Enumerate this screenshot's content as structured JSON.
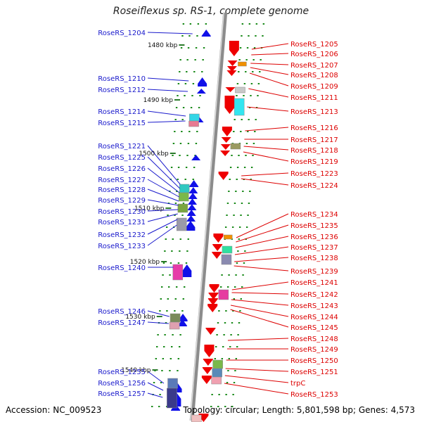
{
  "title": "Roseiflexus sp. RS-1, complete genome",
  "accession_text": "Accession: NC_009523",
  "stats_text": "Topology: circular; Length: 5,801,598 bp; Genes: 4,573",
  "colors": {
    "left_label": "#1a1acc",
    "right_label": "#dd0000",
    "forward_gene": "#1010e8",
    "reverse_gene": "#ee0000",
    "backbone": "#8c8c8c",
    "tick": "#1a8a1a",
    "kbp_tick": "#2a7a2a"
  },
  "scale_labels": [
    "1480 kbp",
    "1490 kbp",
    "1500 kbp",
    "1510 kbp",
    "1520 kbp",
    "1530 kbp",
    "1540 kbp"
  ],
  "left_labels": [
    "RoseRS_1204",
    "RoseRS_1210",
    "RoseRS_1212",
    "RoseRS_1214",
    "RoseRS_1215",
    "RoseRS_1221",
    "RoseRS_1225",
    "RoseRS_1226",
    "RoseRS_1227",
    "RoseRS_1228",
    "RoseRS_1229",
    "RoseRS_1230",
    "RoseRS_1231",
    "RoseRS_1232",
    "RoseRS_1233",
    "RoseRS_1240",
    "RoseRS_1246",
    "RoseRS_1247",
    "RoseRS_1255",
    "RoseRS_1256",
    "RoseRS_1257"
  ],
  "right_labels": [
    "RoseRS_1205",
    "RoseRS_1206",
    "RoseRS_1207",
    "RoseRS_1208",
    "RoseRS_1209",
    "RoseRS_1211",
    "RoseRS_1213",
    "RoseRS_1216",
    "RoseRS_1217",
    "RoseRS_1218",
    "RoseRS_1219",
    "RoseRS_1223",
    "RoseRS_1224",
    "RoseRS_1234",
    "RoseRS_1235",
    "RoseRS_1236",
    "RoseRS_1237",
    "RoseRS_1238",
    "RoseRS_1239",
    "RoseRS_1241",
    "RoseRS_1242",
    "RoseRS_1243",
    "RoseRS_1244",
    "RoseRS_1245",
    "RoseRS_1248",
    "RoseRS_1249",
    "RoseRS_1250",
    "RoseRS_1251",
    "trpC",
    "RoseRS_1253"
  ]
}
